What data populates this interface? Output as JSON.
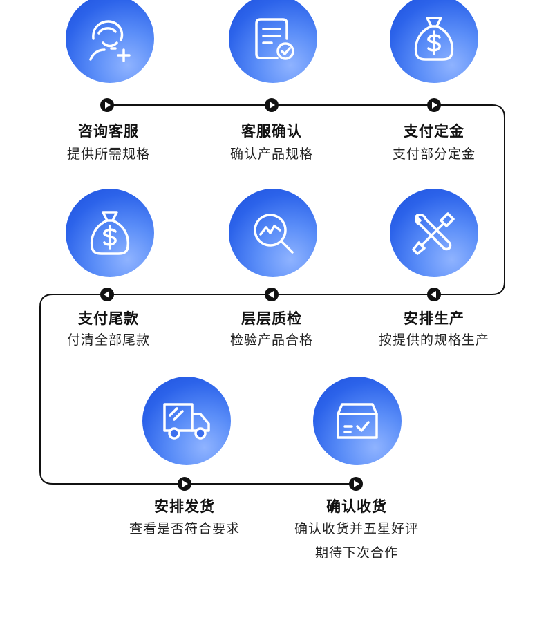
{
  "steps": [
    {
      "title": "咨询客服",
      "desc": "提供所需规格",
      "icon": "customer-service-icon"
    },
    {
      "title": "客服确认",
      "desc": "确认产品规格",
      "icon": "document-check-icon"
    },
    {
      "title": "支付定金",
      "desc": "支付部分定金",
      "icon": "money-bag-icon"
    },
    {
      "title": "支付尾款",
      "desc": "付清全部尾款",
      "icon": "money-bag-icon"
    },
    {
      "title": "层层质检",
      "desc": "检验产品合格",
      "icon": "magnifier-chart-icon"
    },
    {
      "title": "安排生产",
      "desc": "按提供的规格生产",
      "icon": "tools-icon"
    },
    {
      "title": "安排发货",
      "desc": "查看是否符合要求",
      "icon": "truck-icon"
    },
    {
      "title": "确认收货",
      "desc": "确认收货并五星好评",
      "desc2": "期待下次合作",
      "icon": "box-check-icon"
    }
  ],
  "colors": {
    "circle_dark": "#1d4fdc",
    "circle_light": "#8fb3ff",
    "line": "#111111",
    "icon_stroke": "#ffffff"
  }
}
